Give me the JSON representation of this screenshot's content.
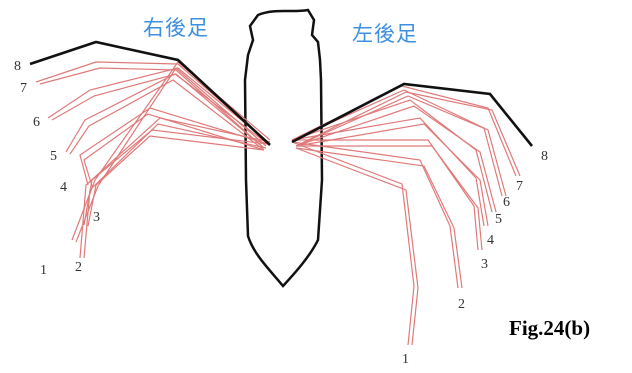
{
  "labels": {
    "right_hind_leg": "右後足",
    "left_hind_leg": "左後足"
  },
  "caption": "Fig.24(b)",
  "numbers_left": [
    "1",
    "2",
    "3",
    "4",
    "5",
    "6",
    "7",
    "8"
  ],
  "numbers_right": [
    "1",
    "2",
    "3",
    "4",
    "5",
    "6",
    "7",
    "8"
  ],
  "colors": {
    "label_blue": "#3d8fe0",
    "leg_pink": "#e07a7a",
    "outline": "#111111"
  }
}
